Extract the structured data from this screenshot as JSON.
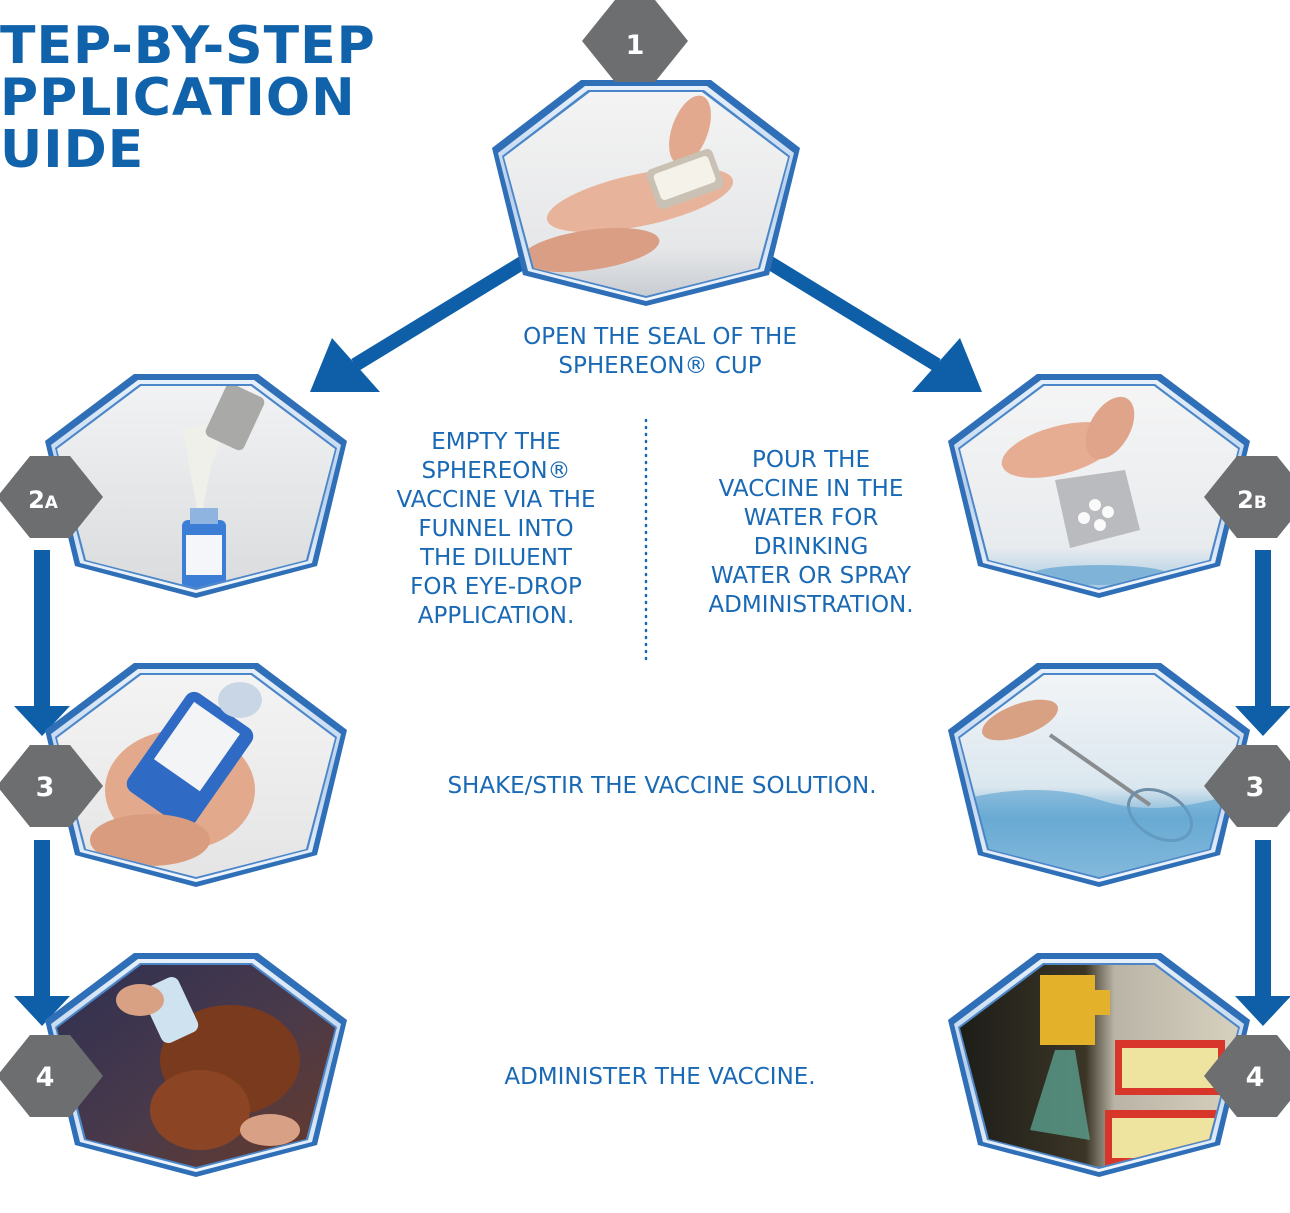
{
  "title": {
    "lines": [
      "TEP-BY-STEP",
      "PPLICATION",
      "UIDE"
    ]
  },
  "steps": {
    "s1": {
      "badge": "1",
      "caption_lines": [
        "OPEN THE SEAL OF THE",
        "SPHEREON® CUP"
      ]
    },
    "s2a": {
      "badge_main": "2",
      "badge_sub": "A",
      "caption_lines": [
        "EMPTY THE",
        "SPHEREON®",
        "VACCINE VIA THE",
        "FUNNEL INTO",
        "THE DILUENT",
        "FOR EYE-DROP",
        "APPLICATION."
      ]
    },
    "s2b": {
      "badge_main": "2",
      "badge_sub": "B",
      "caption_lines": [
        "POUR THE",
        "VACCINE IN THE",
        "WATER FOR",
        "DRINKING",
        "WATER OR SPRAY",
        "ADMINISTRATION."
      ]
    },
    "s3": {
      "badge": "3",
      "caption": "SHAKE/STIR THE VACCINE SOLUTION."
    },
    "s4": {
      "badge": "4",
      "caption": "ADMINISTER THE VACCINE."
    }
  },
  "colors": {
    "brand_blue": "#1063ab",
    "caption_blue": "#1969b5",
    "arrow_blue": "#0f5fa8",
    "frame_blue": "#3a7cc4",
    "badge_gray": "#6d6e70"
  },
  "icons": [
    "open-cup-photo",
    "funnel-vial-photo",
    "pour-cup-photo",
    "shake-bottle-photo",
    "whisk-water-photo",
    "eye-drop-chicken-photo",
    "spray-chicks-photo"
  ]
}
